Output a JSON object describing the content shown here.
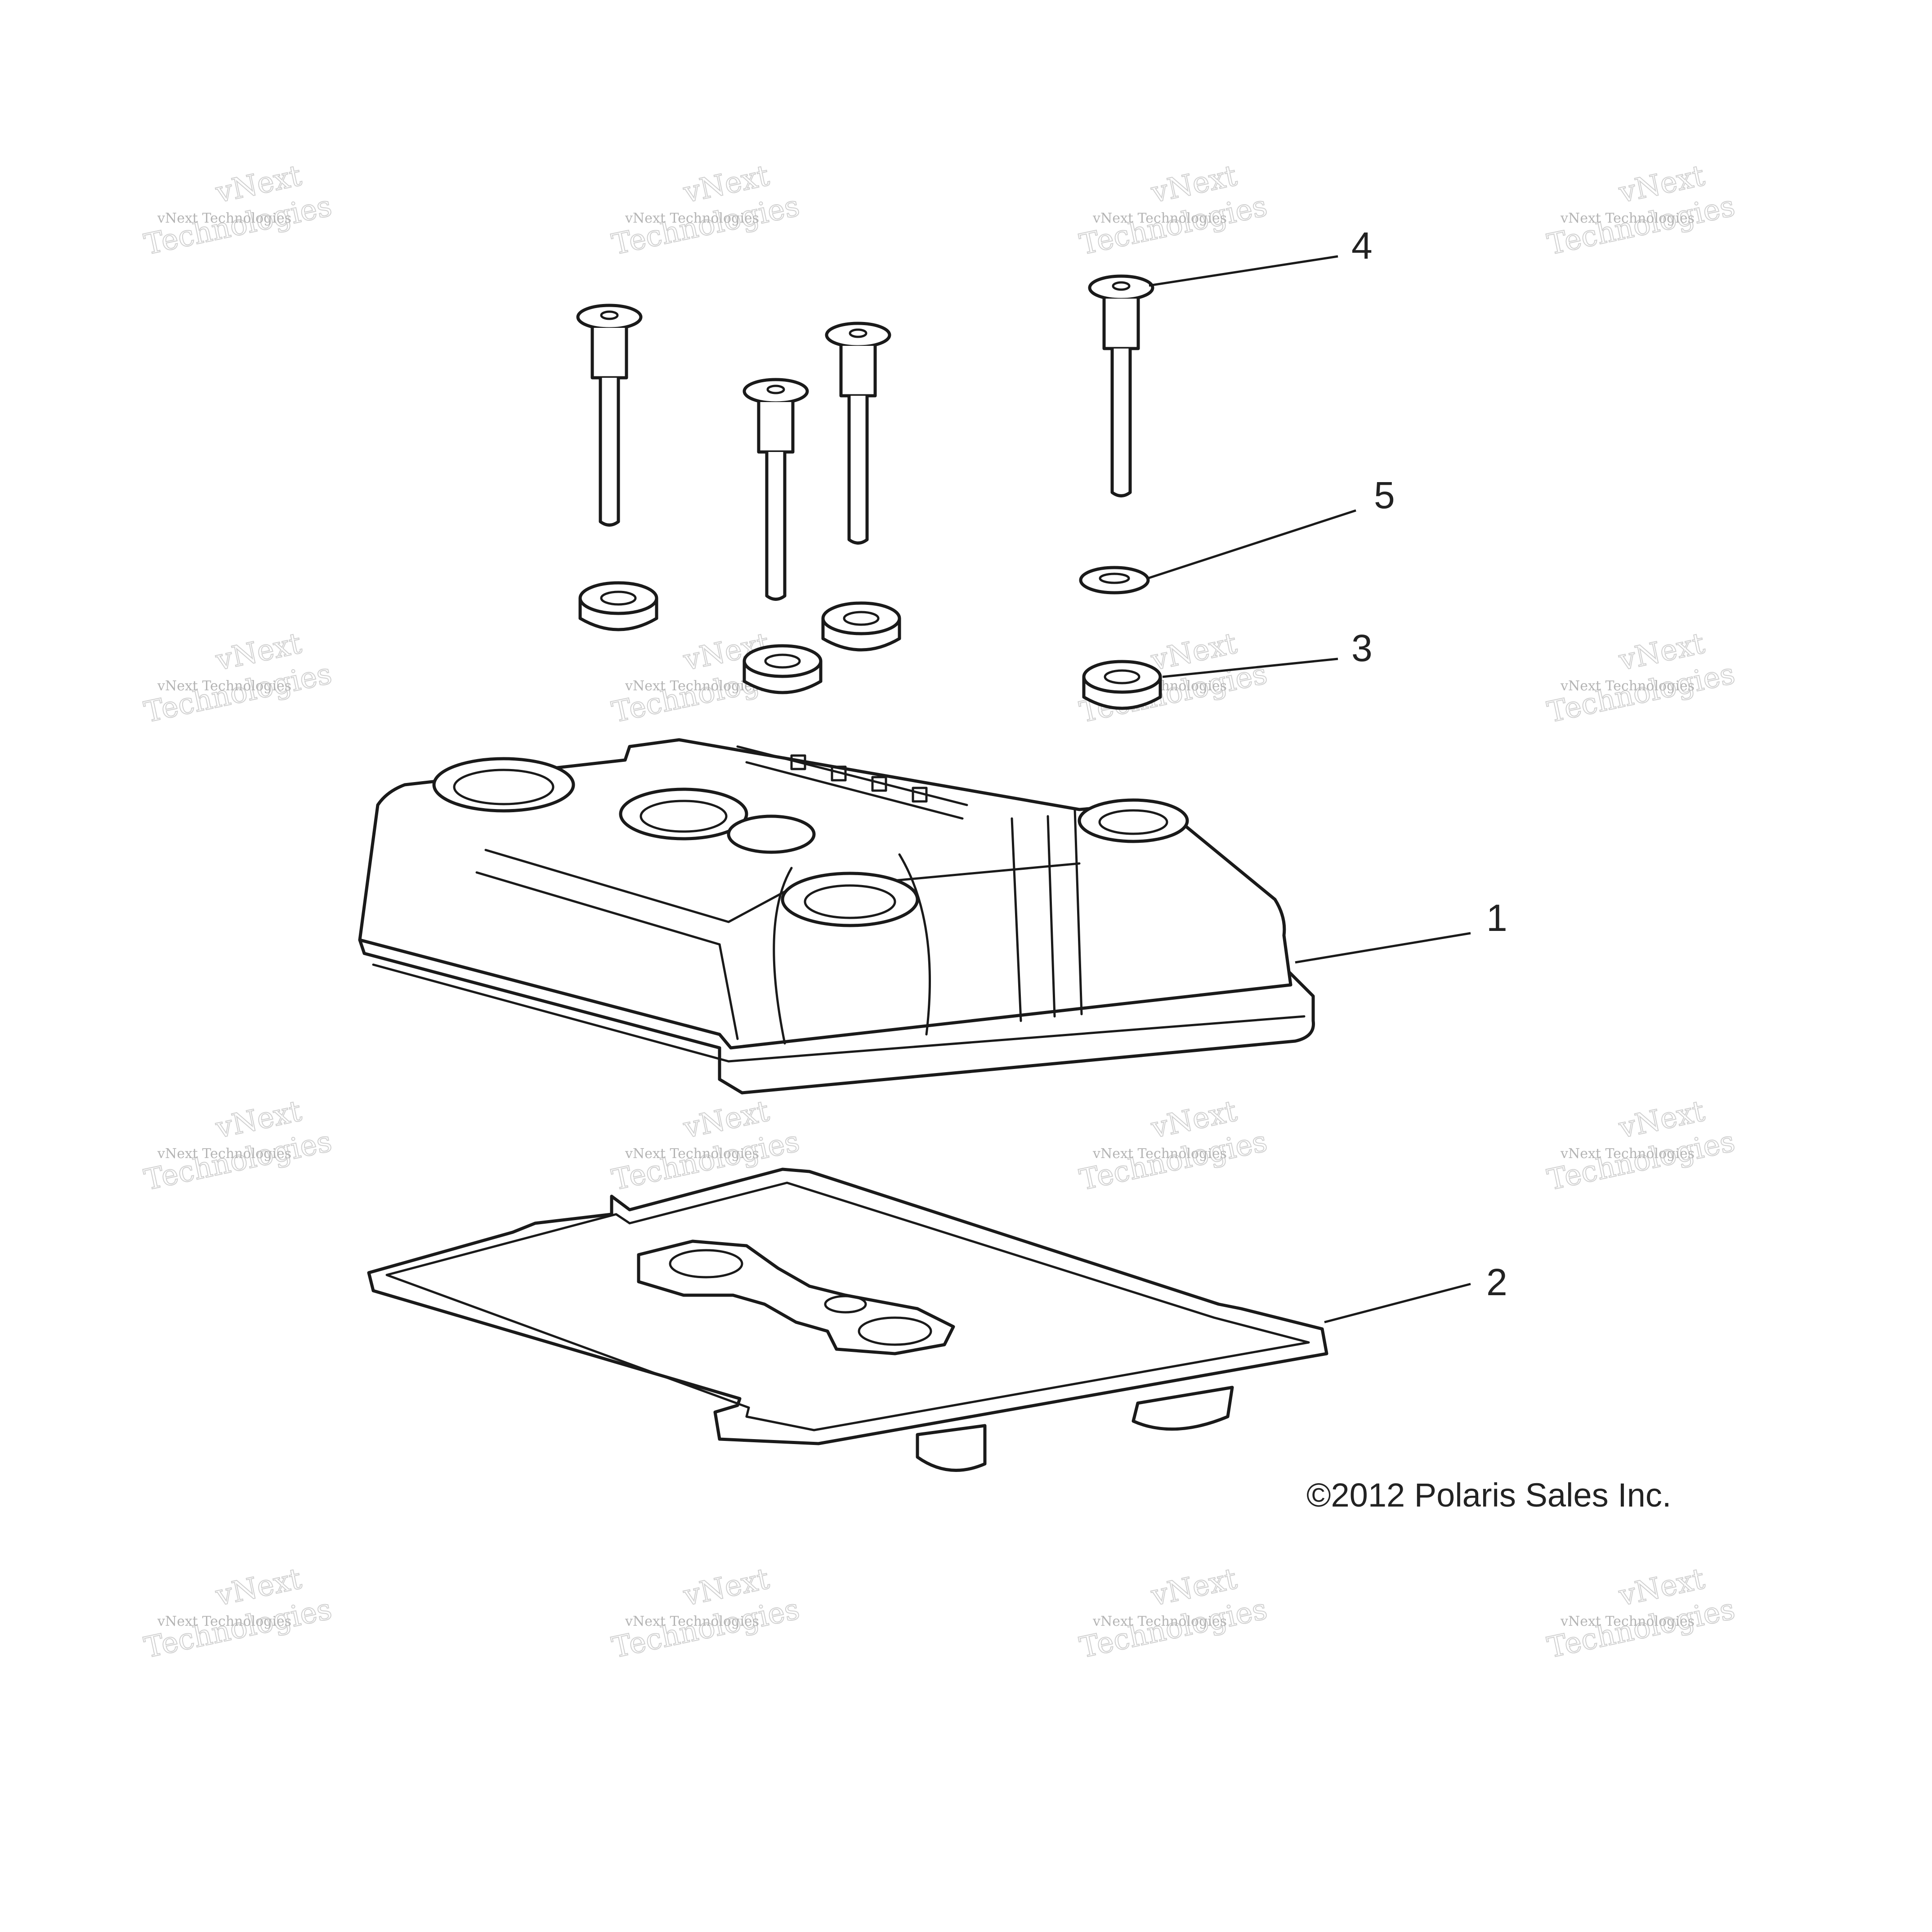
{
  "watermark": {
    "line1": "vNext",
    "line2": "Technologies",
    "small": "vNext Technologies"
  },
  "callouts": [
    "1",
    "2",
    "3",
    "4",
    "5"
  ],
  "copyright": "©2012 Polaris Sales Inc.",
  "colors": {
    "line": "#1a1a1a",
    "watermark": "#999999",
    "background": "#ffffff"
  }
}
